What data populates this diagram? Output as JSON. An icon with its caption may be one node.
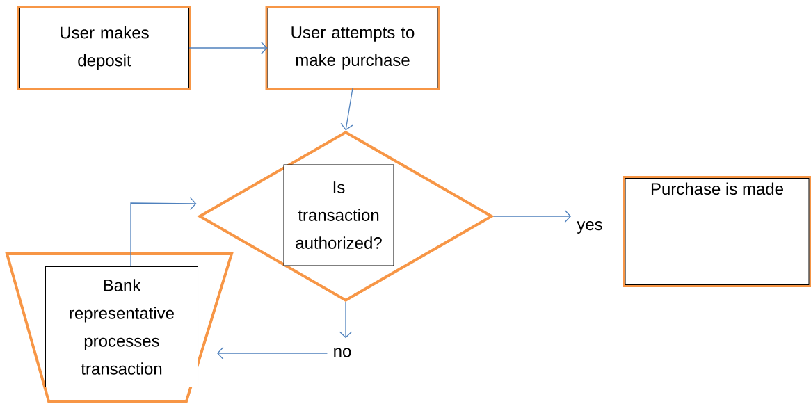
{
  "diagram": {
    "nodes": [
      {
        "text": [
          "User makes deposit"
        ]
      },
      {
        "text": [
          "User attempts to make purchase"
        ]
      },
      {
        "text": [
          "Is transaction authorized?"
        ]
      },
      {
        "text": [
          "yes"
        ]
      },
      {
        "text": [
          "Purchase is made"
        ]
      },
      {
        "text": [
          "Bank representative processes transaction"
        ]
      },
      {
        "text": [
          "no"
        ]
      }
    ],
    "edges": [
      {
        "from": 0,
        "to": 1,
        "arrow": "to"
      },
      {
        "from": 1,
        "to": 2,
        "arrow": "to"
      },
      {
        "from": 2,
        "to": 3,
        "arrow": "to"
      },
      {
        "from": 2,
        "to": 6,
        "arrow": "to"
      },
      {
        "from": 6,
        "to": 5,
        "arrow": "to"
      },
      {
        "from": 5,
        "to": 2,
        "arrow": "to"
      }
    ]
  }
}
